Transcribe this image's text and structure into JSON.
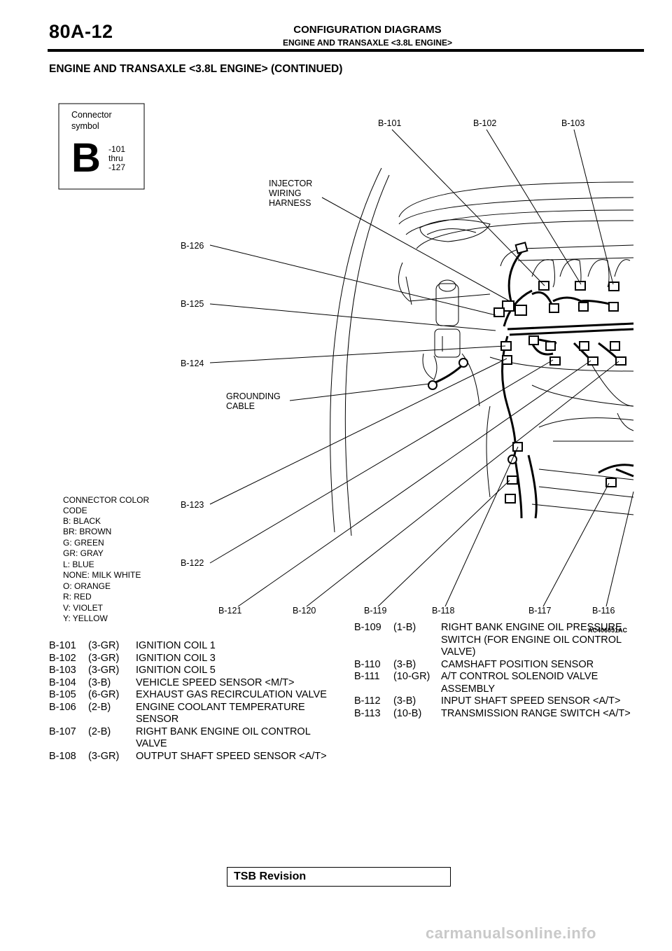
{
  "header": {
    "page_number": "80A-12",
    "title": "CONFIGURATION DIAGRAMS",
    "subtitle": "ENGINE AND TRANSAXLE <3.8L ENGINE>"
  },
  "section_heading": "ENGINE AND TRANSAXLE <3.8L ENGINE> (CONTINUED)",
  "diagram": {
    "connector_box": {
      "title_line1": "Connector",
      "title_line2": "symbol",
      "letter": "B",
      "range_line1": "-101",
      "range_line2": "thru",
      "range_line3": "-127"
    },
    "callouts": {
      "b101": "B-101",
      "b102": "B-102",
      "b103": "B-103",
      "b126": "B-126",
      "b125": "B-125",
      "b124": "B-124",
      "b123": "B-123",
      "b122": "B-122",
      "b121": "B-121",
      "b120": "B-120",
      "b119": "B-119",
      "b118": "B-118",
      "b117": "B-117",
      "b116": "B-116",
      "injector_line1": "INJECTOR",
      "injector_line2": "WIRING",
      "injector_line3": "HARNESS",
      "grounding_line1": "GROUNDING",
      "grounding_line2": "CABLE"
    },
    "color_code": {
      "title_line1": "CONNECTOR COLOR",
      "title_line2": "CODE",
      "entries": [
        "B: BLACK",
        "BR: BROWN",
        "G: GREEN",
        "GR: GRAY",
        "L: BLUE",
        "NONE: MILK WHITE",
        "O: ORANGE",
        "R: RED",
        "V: VIOLET",
        "Y: YELLOW"
      ]
    },
    "figure_id": "AC406051AC"
  },
  "parts_left": [
    {
      "id": "B-101",
      "code": "(3-GR)",
      "name": "IGNITION COIL 1"
    },
    {
      "id": "B-102",
      "code": "(3-GR)",
      "name": "IGNITION COIL 3"
    },
    {
      "id": "B-103",
      "code": "(3-GR)",
      "name": "IGNITION COIL 5"
    },
    {
      "id": "B-104",
      "code": "(3-B)",
      "name": "VEHICLE SPEED SENSOR <M/T>"
    },
    {
      "id": "B-105",
      "code": "(6-GR)",
      "name": "EXHAUST GAS RECIRCULATION VALVE"
    },
    {
      "id": "B-106",
      "code": "(2-B)",
      "name": "ENGINE COOLANT TEMPERATURE SENSOR"
    },
    {
      "id": "B-107",
      "code": "(2-B)",
      "name": "RIGHT BANK ENGINE OIL CONTROL VALVE"
    },
    {
      "id": "B-108",
      "code": "(3-GR)",
      "name": "OUTPUT SHAFT SPEED SENSOR <A/T>"
    }
  ],
  "parts_right": [
    {
      "id": "B-109",
      "code": "(1-B)",
      "name": "RIGHT BANK ENGINE OIL PRESSURE SWITCH (FOR ENGINE OIL CONTROL VALVE)"
    },
    {
      "id": "B-110",
      "code": "(3-B)",
      "name": "CAMSHAFT POSITION SENSOR"
    },
    {
      "id": "B-111",
      "code": "(10-GR)",
      "name": "A/T CONTROL SOLENOID VALVE ASSEMBLY"
    },
    {
      "id": "B-112",
      "code": "(3-B)",
      "name": "INPUT SHAFT SPEED SENSOR <A/T>"
    },
    {
      "id": "B-113",
      "code": "(10-B)",
      "name": "TRANSMISSION RANGE SWITCH <A/T>"
    }
  ],
  "footer": {
    "tsb_label": "TSB Revision",
    "watermark": "carmanualsonline.info"
  }
}
